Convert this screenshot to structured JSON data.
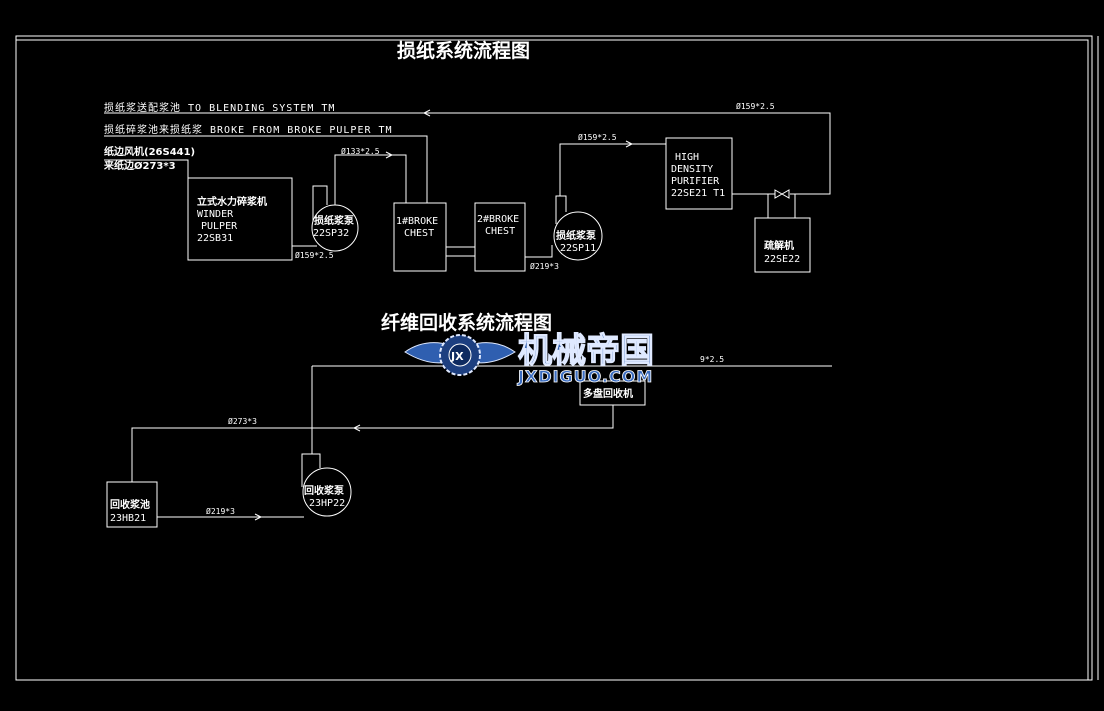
{
  "titles": {
    "broke_system": "损纸系统流程图",
    "fiber_recovery": "纤维回收系统流程图"
  },
  "inlets": {
    "to_blending": "损纸浆送配浆池 TO BLENDING SYSTEM TM",
    "from_broke_pulper": "损纸碎浆池来损纸浆 BROKE FROM BROKE PULPER TM",
    "edge_fan_line1": "纸边风机(26S441)",
    "edge_fan_line2": "来纸边Ø273*3"
  },
  "equipment": {
    "pulper": [
      "立式水力碎浆机",
      "WINDER",
      "PULPER",
      "22SB31"
    ],
    "pump_sp32": [
      "损纸浆泵",
      "22SP32"
    ],
    "chest1": [
      "1#BROKE",
      "CHEST"
    ],
    "chest2": [
      "2#BROKE",
      "CHEST"
    ],
    "pump_sp11": [
      "损纸浆泵",
      "22SP11"
    ],
    "purifier": [
      "HIGH",
      "DENSITY",
      "PURIFIER",
      "22SE21 T1"
    ],
    "deflaker": [
      "疏解机",
      "22SE22"
    ],
    "disc_filter": [
      "多盘回收机"
    ],
    "recovery_pump": [
      "回收浆泵",
      "23HP22"
    ],
    "recovery_chest": [
      "回收浆池",
      "23HB21"
    ]
  },
  "pipes": {
    "p1": "Ø159*2.5",
    "p2": "Ø159*2.5",
    "p3": "Ø133*2.5",
    "p4": "Ø159*2.5",
    "p5": "Ø219*3",
    "p6": "Ø273*3",
    "p7": "Ø219*3",
    "p8": "9*2.5"
  },
  "watermark": {
    "badge": "JX",
    "brand_cn": "机械帝国",
    "brand_en": "JXDIGUO.COM"
  },
  "colors": {
    "background": "#000000",
    "lines": "#ffffff",
    "watermark": "#2f5fb0"
  }
}
